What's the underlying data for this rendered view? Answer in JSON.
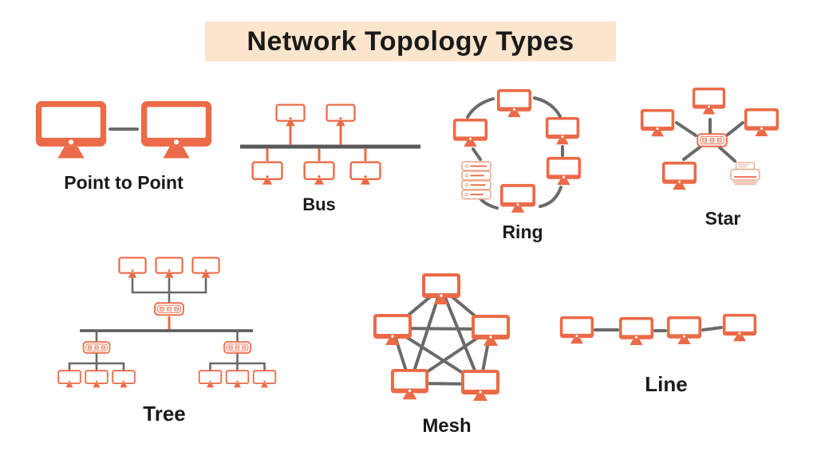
{
  "title": "Network Topology Types",
  "colors": {
    "accent": "#ec6a47",
    "accent_light": "#e9a98f",
    "connector": "#6a6a6a",
    "bus_line": "#595959",
    "title_bg": "#fce5cd",
    "text": "#1a1a1a",
    "background": "#ffffff"
  },
  "topologies": [
    {
      "label": "Point to Point",
      "devices": [
        "monitor",
        "monitor"
      ]
    },
    {
      "label": "Bus",
      "devices": [
        "monitor",
        "monitor",
        "monitor",
        "monitor",
        "monitor"
      ]
    },
    {
      "label": "Ring",
      "devices": [
        "monitor",
        "monitor",
        "monitor",
        "monitor",
        "monitor",
        "server"
      ]
    },
    {
      "label": "Star",
      "devices": [
        "hub",
        "monitor",
        "monitor",
        "monitor",
        "monitor",
        "printer"
      ]
    },
    {
      "label": "Tree",
      "devices": [
        "monitor",
        "monitor",
        "monitor",
        "hub",
        "hub",
        "hub",
        "monitor",
        "monitor",
        "monitor",
        "monitor",
        "monitor",
        "monitor"
      ]
    },
    {
      "label": "Mesh",
      "devices": [
        "monitor",
        "monitor",
        "monitor",
        "monitor",
        "monitor"
      ]
    },
    {
      "label": "Line",
      "devices": [
        "monitor",
        "monitor",
        "monitor",
        "monitor"
      ]
    }
  ]
}
